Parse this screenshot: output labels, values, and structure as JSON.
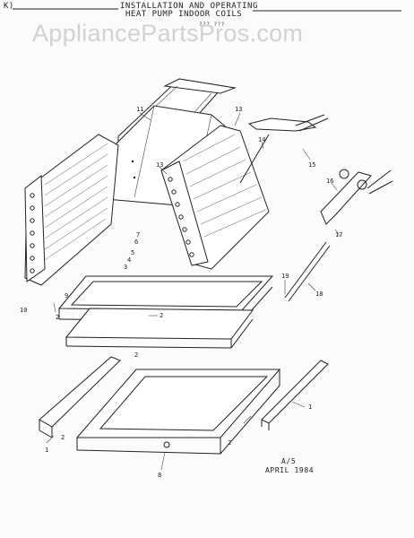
{
  "header": {
    "left_mark": "K)",
    "line1": "INSTALLATION AND OPERATING",
    "line2": "HEAT PUMP INDOOR COILS",
    "model_mark": "??? ???"
  },
  "watermark": "AppliancePartsPros.com",
  "footer": {
    "line1": "A/5",
    "line2": "APRIL 1984"
  },
  "callouts": {
    "c11": "11",
    "c13a": "13",
    "c13b": "13",
    "c14": "14",
    "c15": "15",
    "c16": "16",
    "c17": "17",
    "c18": "18",
    "c19": "19",
    "c10": "10",
    "c2a": "2",
    "c2b": "2",
    "c2c": "2",
    "c2d": "2",
    "c2e": "2",
    "c3": "3",
    "c4": "4",
    "c5": "5",
    "c6": "6",
    "c7": "7",
    "c8": "8",
    "c9": "9",
    "c1a": "1",
    "c1b": "1"
  }
}
